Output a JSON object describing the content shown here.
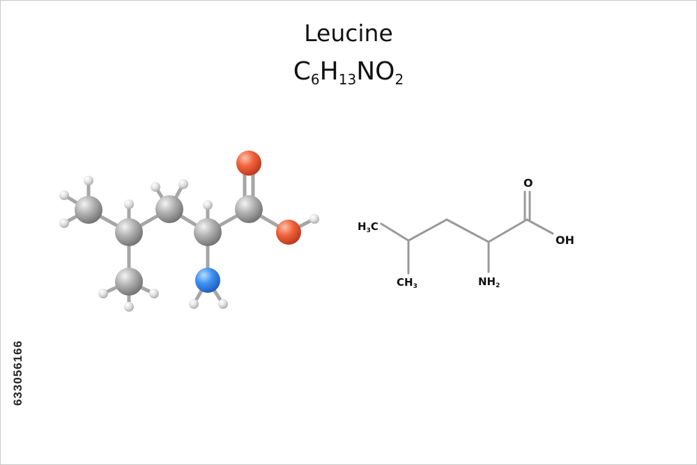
{
  "molecule": {
    "name": "Leucine",
    "formula": {
      "parts": [
        {
          "t": "C",
          "sub": "6"
        },
        {
          "t": "H",
          "sub": "13"
        },
        {
          "t": "N",
          "sub": ""
        },
        {
          "t": "O",
          "sub": "2"
        }
      ]
    }
  },
  "skeletal_labels": {
    "o_double": "O",
    "oh": "OH",
    "h3c_main": "H",
    "h3c_sub": "3",
    "h3c_tail": "C",
    "ch3_main": "CH",
    "ch3_sub": "3",
    "nh2_main": "NH",
    "nh2_sub": "2"
  },
  "watermark_id": "633056166",
  "colors": {
    "carbon": "#a9a9a9",
    "hydrogen": "#e4e4e4",
    "nitrogen": "#3f92f2",
    "oxygen": "#f2633c",
    "bond": "#a6a6a6"
  }
}
